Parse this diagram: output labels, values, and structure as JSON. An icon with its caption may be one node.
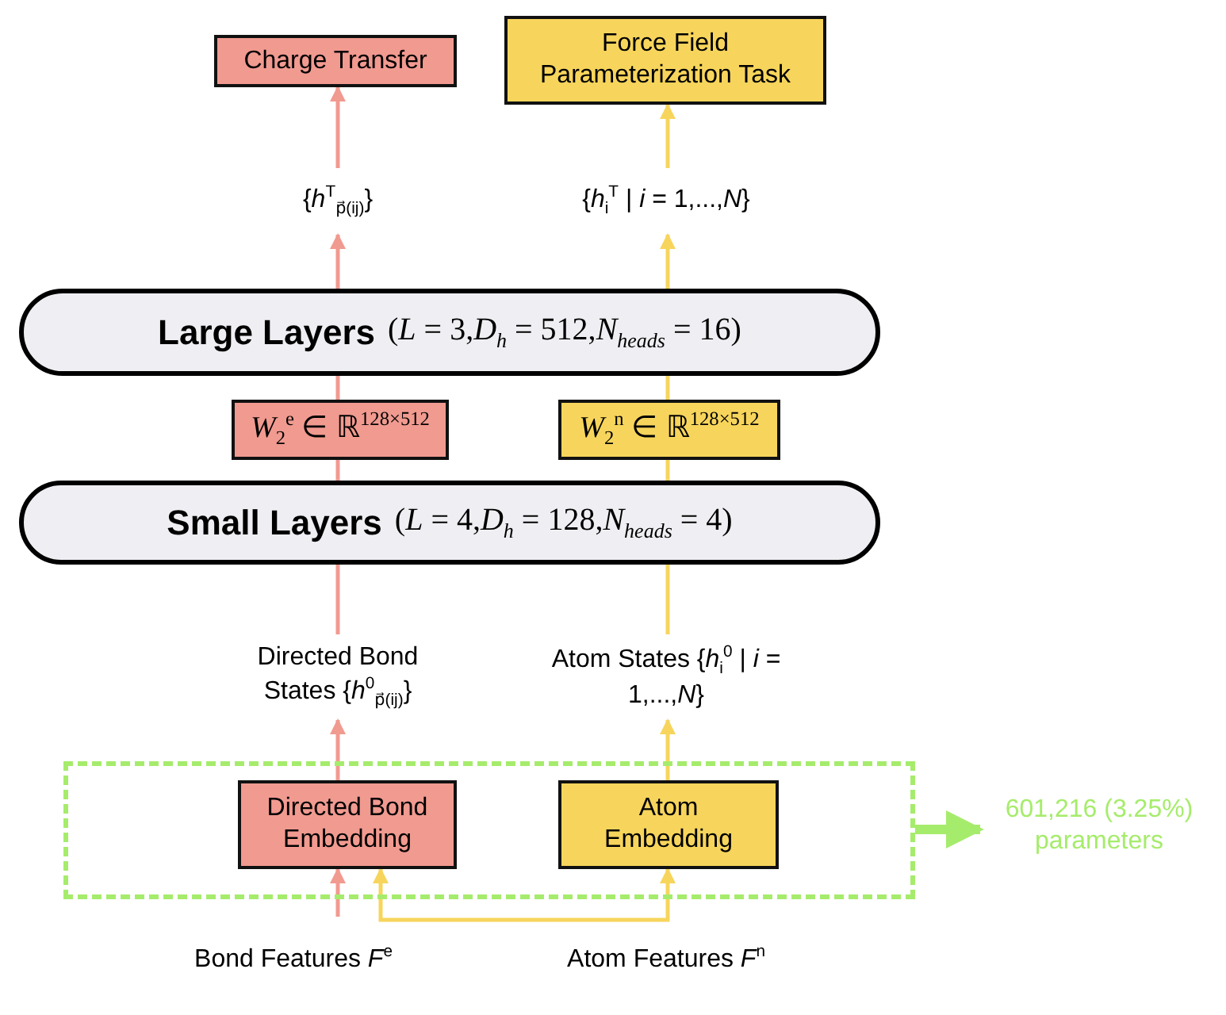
{
  "diagram": {
    "nodes": [
      {
        "text": [
          "Charge Transfer"
        ]
      },
      {
        "text": [
          "Force Field Parameterization Task"
        ]
      },
      {
        "text": [
          "{*h*$^{T}$$_{p⃗(ij)}$}"
        ]
      },
      {
        "text": [
          "{*h*$_{i}$$^{T}$ | *i* = 1,...,*N*}"
        ]
      },
      {
        "text": [
          "Large Layers",
          "(*L* = 3,*D*$_{h}$ = 512,*N*$_{heads}$ = 16)"
        ]
      },
      {
        "text": [
          "*W*$_{2}$$^{e}$ ∈ ℝ$^{128×512}$"
        ]
      },
      {
        "text": [
          "*W*$_{2}$$^{n}$ ∈ ℝ$^{128×512}$"
        ]
      },
      {
        "text": [
          "Small Layers",
          "(*L* = 4,*D*$_{h}$ = 128,*N*$_{heads}$ = 4)"
        ]
      },
      {
        "text": [
          "Directed Bond States {*h*$^{0}$$_{p⃗(ij)}$}"
        ]
      },
      {
        "text": [
          "Atom States {*h*$_{i}$$^{0}$ | *i* = 1,...,*N*}"
        ]
      },
      {
        "text": [],
        "shape": "box"
      },
      {
        "text": [
          "Directed Bond Embedding"
        ],
        "in": 10
      },
      {
        "text": [
          "Atom Embedding"
        ],
        "in": 10
      },
      {
        "text": [
          "601,216 (3.25%) parameters"
        ]
      },
      {
        "text": [
          "Bond Features *F*$^{e}$"
        ]
      },
      {
        "text": [
          "Atom Features *F*$^{n}$"
        ]
      }
    ],
    "edges": [
      {
        "from": 14,
        "to": 11,
        "arrow": "to",
        "color": "#f19a90"
      },
      {
        "from": 15,
        "to": 12,
        "arrow": "to",
        "color": "#f7d55c"
      },
      {
        "from": 15,
        "to": 11,
        "arrow": "to",
        "color": "#f7d55c"
      },
      {
        "from": 11,
        "to": 8,
        "arrow": "to",
        "color": "#f19a90"
      },
      {
        "from": 12,
        "to": 9,
        "arrow": "to",
        "color": "#f7d55c"
      },
      {
        "from": 8,
        "to": 7,
        "arrow": "none",
        "color": "#f19a90"
      },
      {
        "from": 9,
        "to": 7,
        "arrow": "none",
        "color": "#f7d55c"
      },
      {
        "from": 7,
        "to": 5,
        "arrow": "none",
        "color": "#f19a90"
      },
      {
        "from": 7,
        "to": 6,
        "arrow": "none",
        "color": "#f7d55c"
      },
      {
        "from": 5,
        "to": 4,
        "arrow": "none",
        "color": "#f19a90"
      },
      {
        "from": 6,
        "to": 4,
        "arrow": "none",
        "color": "#f7d55c"
      },
      {
        "from": 4,
        "to": 2,
        "arrow": "to",
        "color": "#f19a90"
      },
      {
        "from": 4,
        "to": 3,
        "arrow": "to",
        "color": "#f7d55c"
      },
      {
        "from": 2,
        "to": 0,
        "arrow": "to",
        "color": "#f19a90"
      },
      {
        "from": 3,
        "to": 1,
        "arrow": "to",
        "color": "#f7d55c"
      },
      {
        "from": 10,
        "to": 13,
        "arrow": "to",
        "style": "thick",
        "color": "#a6ec6c"
      }
    ]
  }
}
